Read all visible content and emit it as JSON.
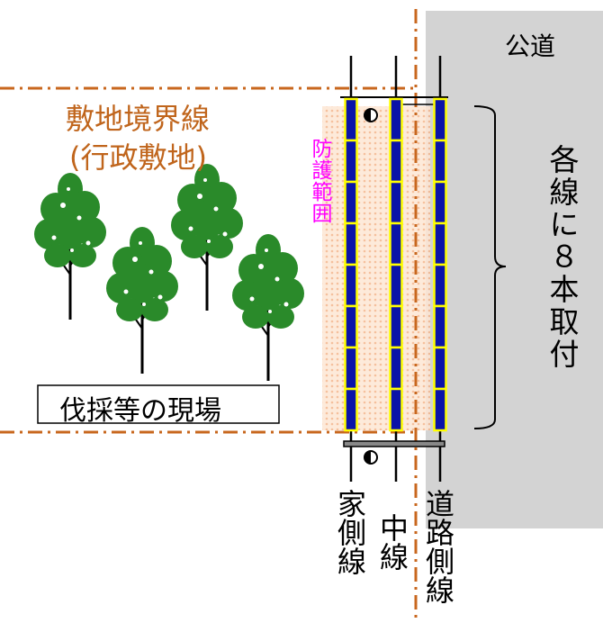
{
  "labels": {
    "public_road": "公道",
    "boundary_line": "敷地境界線",
    "boundary_sub": "(行政敷地)",
    "protection_range": "防護範囲",
    "site": "伐採等の現場",
    "per_line": "各線に８本取付",
    "house_side_line": "家側線",
    "middle_line": "中線",
    "road_side_line": "道路側線"
  },
  "colors": {
    "road": "#d3d3d3",
    "boundary": "#c8671e",
    "boundary_text": "#c0651c",
    "protection_text": "#ff00ff",
    "protection_fill": "#f9c9a6",
    "cover_fill": "#0a13a8",
    "cover_outline": "#ffff00",
    "tree": "#2a8a2a",
    "trunk": "#000000"
  },
  "covers_per_line": 8
}
